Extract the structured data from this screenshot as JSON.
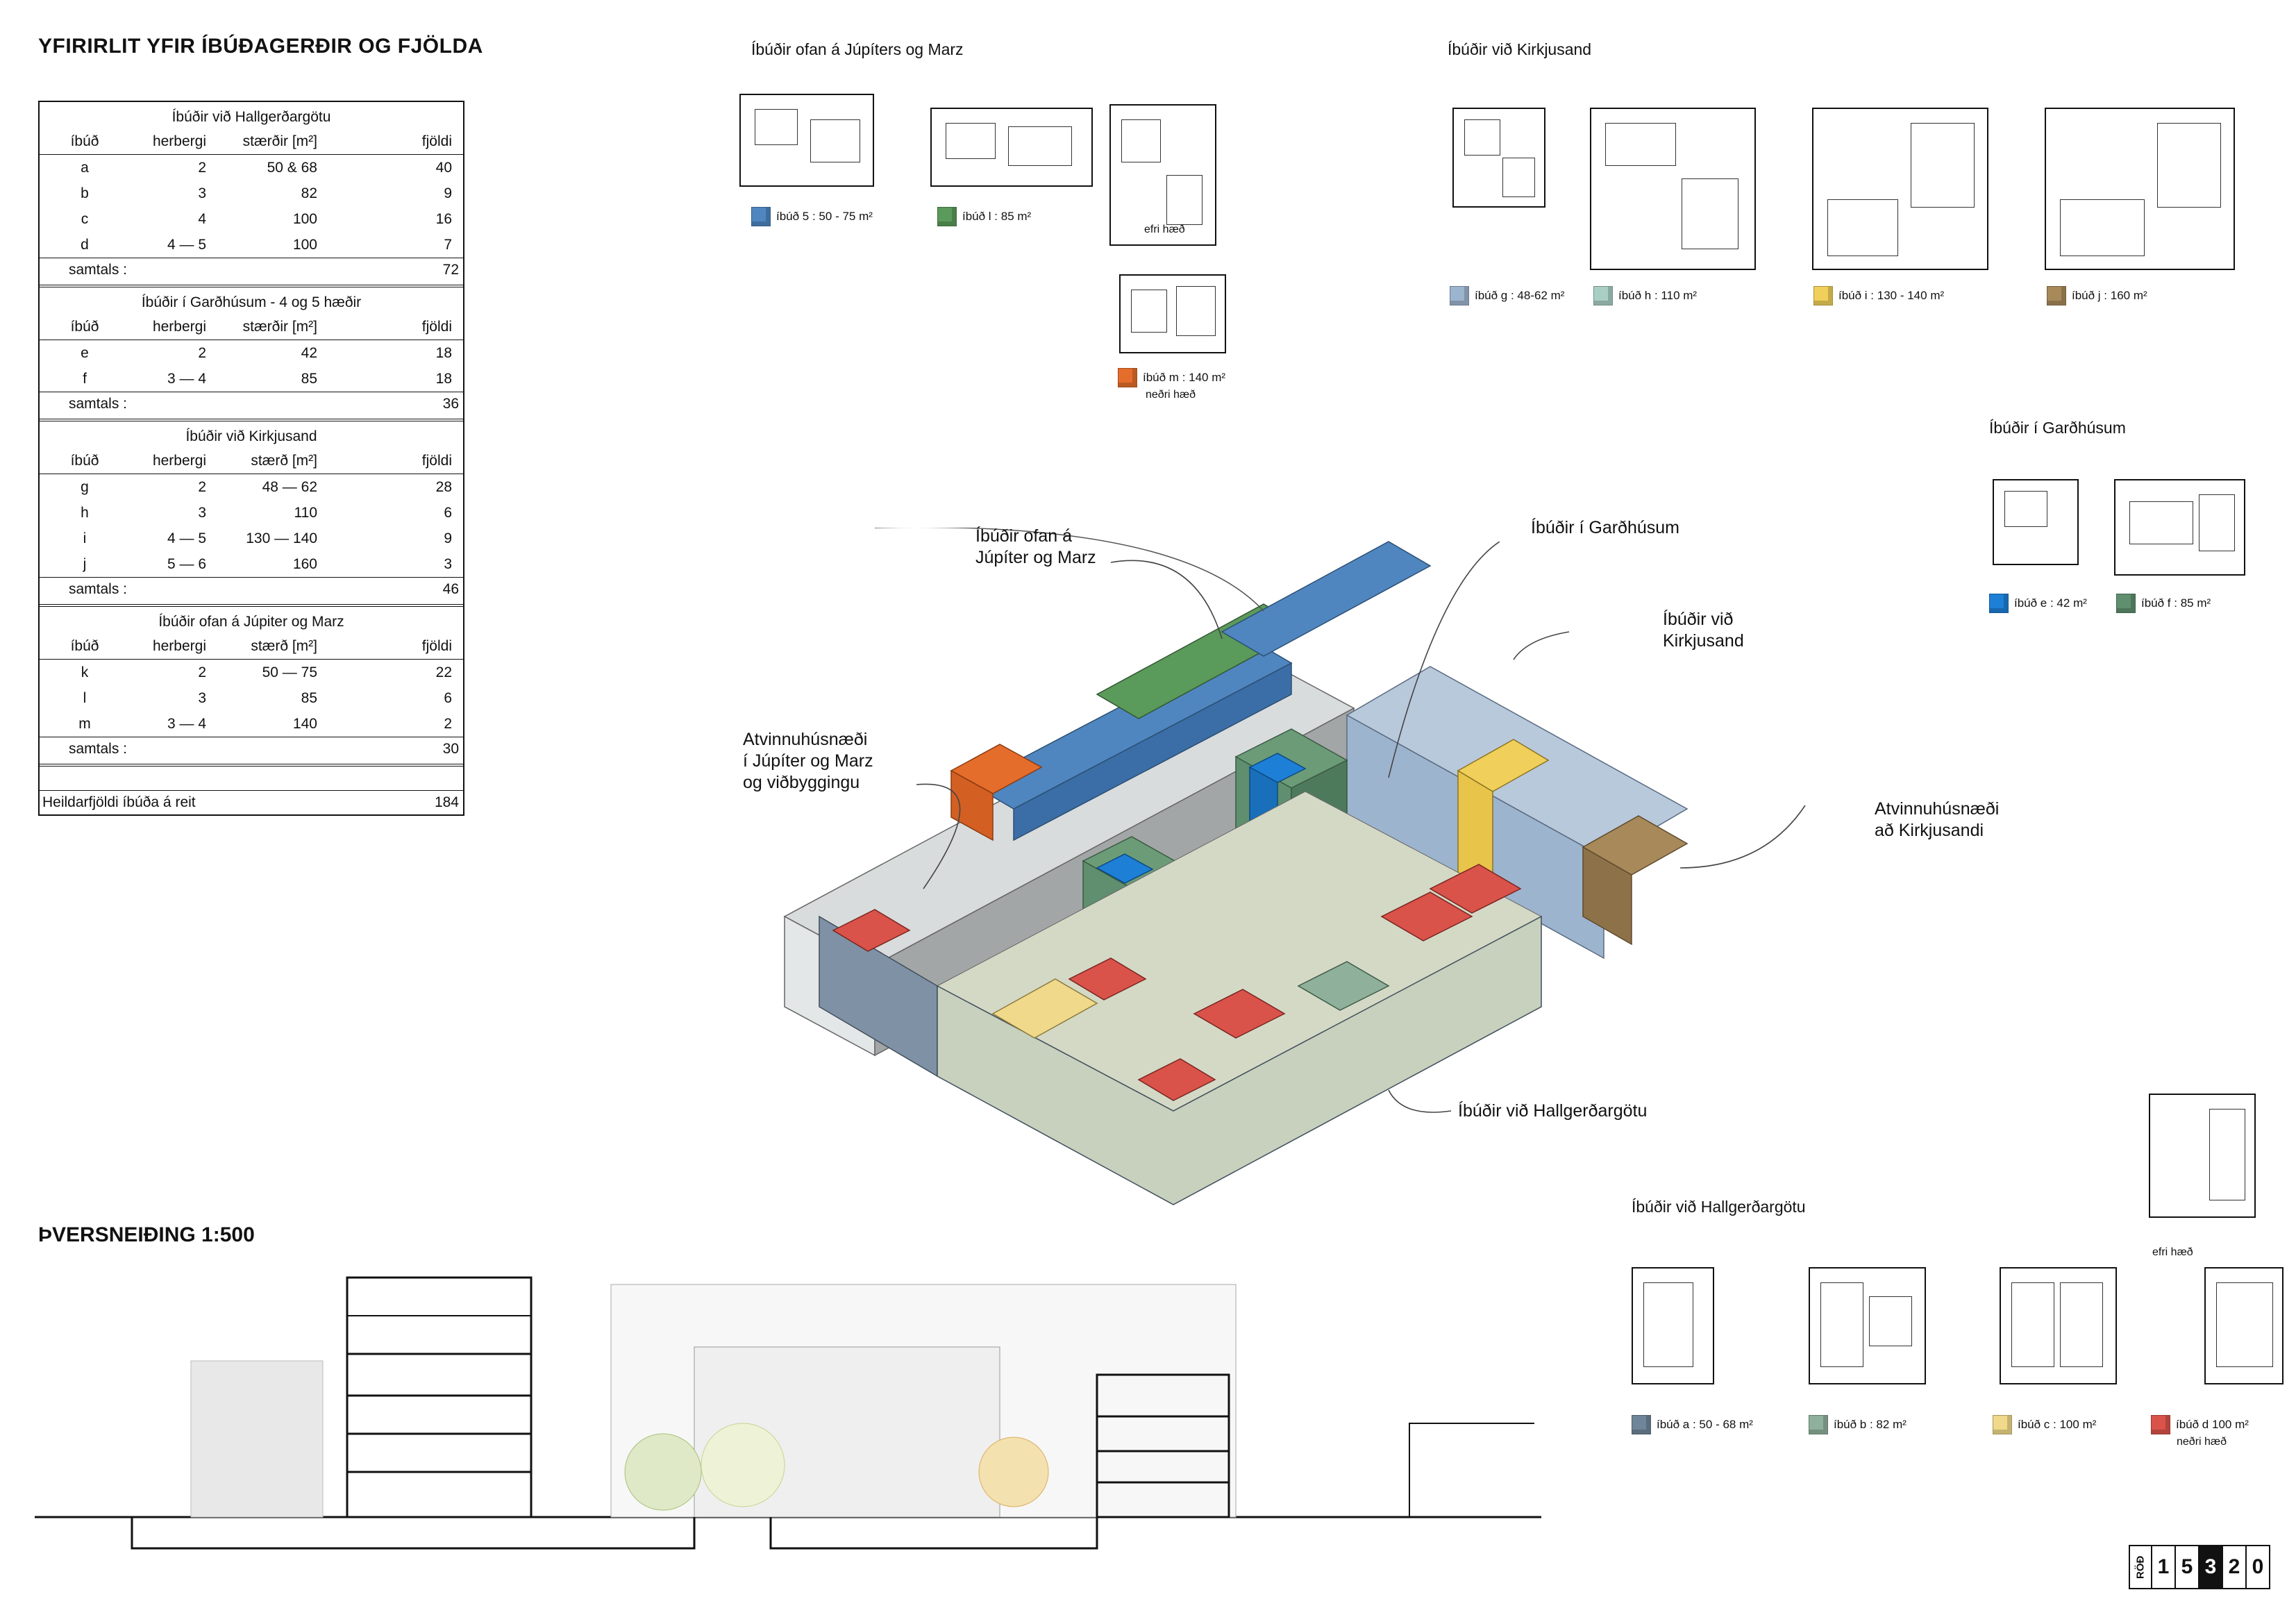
{
  "title": "YFIRIRLIT YFIR ÍBÚÐAGERÐIR  OG FJÖLDA",
  "section_title": "ÞVERSNEIÐING 1:500",
  "table": {
    "blocks": [
      {
        "title": "Íbúðir við Hallgerðargötu",
        "headers": [
          "íbúð",
          "herbergi",
          "stærðir [m²]",
          "fjöldi"
        ],
        "rows": [
          [
            "a",
            "2",
            "50 & 68",
            "40"
          ],
          [
            "b",
            "3",
            "82",
            "9"
          ],
          [
            "c",
            "4",
            "100",
            "16"
          ],
          [
            "d",
            "4 — 5",
            "100",
            "7"
          ]
        ],
        "total_label": "samtals :",
        "total": "72"
      },
      {
        "title": "Íbúðir í Garðhúsum - 4 og 5 hæðir",
        "headers": [
          "íbúð",
          "herbergi",
          "stærðir [m²]",
          "fjöldi"
        ],
        "rows": [
          [
            "e",
            "2",
            "42",
            "18"
          ],
          [
            "f",
            "3 — 4",
            "85",
            "18"
          ]
        ],
        "total_label": "samtals :",
        "total": "36"
      },
      {
        "title": "Íbúðir við Kirkjusand",
        "headers": [
          "íbúð",
          "herbergi",
          "stærð [m²]",
          "fjöldi"
        ],
        "rows": [
          [
            "g",
            "2",
            "48 — 62",
            "28"
          ],
          [
            "h",
            "3",
            "110",
            "6"
          ],
          [
            "i",
            "4 — 5",
            "130 — 140",
            "9"
          ],
          [
            "j",
            "5 — 6",
            "160",
            "3"
          ]
        ],
        "total_label": "samtals :",
        "total": "46"
      },
      {
        "title": "Íbúðir ofan á Júpiter og Marz",
        "headers": [
          "íbúð",
          "herbergi",
          "stærð [m²]",
          "fjöldi"
        ],
        "rows": [
          [
            "k",
            "2",
            "50 — 75",
            "22"
          ],
          [
            "l",
            "3",
            "85",
            "6"
          ],
          [
            "m",
            "3 — 4",
            "140",
            "2"
          ]
        ],
        "total_label": "samtals :",
        "total": "30"
      }
    ],
    "grand_label": "Heildarfjöldi íbúða á reit",
    "grand_total": "184"
  },
  "plans": {
    "jupiter_title": "Íbúðir ofan á Júpíters og Marz",
    "jupiter_legend": [
      {
        "label": "íbúð 5 : 50 - 75 m²",
        "color": "#4f86c0"
      },
      {
        "label": "íbúð l : 85 m²",
        "color": "#5a9a5a"
      },
      {
        "label": "íbúð m : 140 m²",
        "color": "#e56d2b"
      }
    ],
    "efri_haed": "efri hæð",
    "nedri_haed": "neðri hæð",
    "kirkjusand_title": "Íbúðir við Kirkjusand",
    "kirkjusand_legend": [
      {
        "label": "íbúð g : 48-62 m²",
        "color": "#9db4cf"
      },
      {
        "label": "íbúð h : 110 m²",
        "color": "#a9cfc4"
      },
      {
        "label": "íbúð i : 130 - 140 m²",
        "color": "#f0cf5a"
      },
      {
        "label": "íbúð j : 160 m²",
        "color": "#a8895a"
      }
    ],
    "gardhus_title": "Íbúðir í Garðhúsum",
    "gardhus_legend": [
      {
        "label": "íbúð e : 42 m²",
        "color": "#1e7fd6"
      },
      {
        "label": "íbúð f : 85 m²",
        "color": "#5f8f6e"
      }
    ],
    "hallgerdar_title": "Íbúðir við Hallgerðargötu",
    "hallgerdar_legend": [
      {
        "label": "íbúð a : 50 - 68 m²",
        "color": "#6f8599"
      },
      {
        "label": "íbúð b : 82 m²",
        "color": "#8fb09a"
      },
      {
        "label": "íbúð c : 100 m²",
        "color": "#f0d98a"
      },
      {
        "label": "íbúð d 100 m²",
        "color": "#d9534a"
      }
    ]
  },
  "callouts": {
    "jupiter": [
      "Íbúðir ofan á",
      "Júpíter og Marz"
    ],
    "atvinnu_jupiter": [
      "Atvinnuhúsnæði",
      "í Júpíter og Marz",
      "og viðbyggingu"
    ],
    "gardhus": "Íbúðir í Garðhúsum",
    "kirkjusand": [
      "Íbúðir við",
      "Kirkjusand"
    ],
    "atvinnu_kirkjusand": [
      "Atvinnuhúsnæði",
      "að Kirkjusandi"
    ],
    "hallgerdar": "Íbúðir við Hallgerðargötu"
  },
  "badge": {
    "label": "RÖÐ",
    "digits": [
      "1",
      "5",
      "3",
      "2",
      "0"
    ],
    "highlight_index": 2
  }
}
